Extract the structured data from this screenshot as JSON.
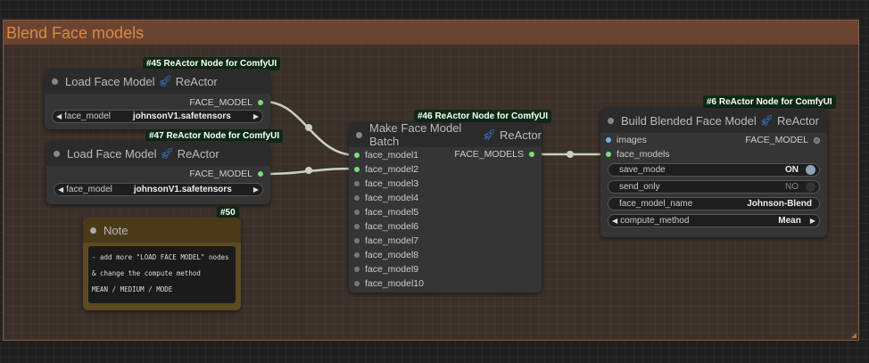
{
  "group": {
    "title": "Blend Face models"
  },
  "nodes": {
    "load1": {
      "badge": "#45 ReActor Node for ComfyUI",
      "title": "Load Face Model",
      "suffix": "ReActor",
      "output": "FACE_MODEL",
      "widget_label": "face_model",
      "widget_value": "johnsonV1.safetensors"
    },
    "load2": {
      "badge": "#47 ReActor Node for ComfyUI",
      "title": "Load Face Model",
      "suffix": "ReActor",
      "output": "FACE_MODEL",
      "widget_label": "face_model",
      "widget_value": "johnsonV1.safetensors"
    },
    "batch": {
      "badge": "#46 ReActor Node for ComfyUI",
      "title": "Make Face Model Batch",
      "suffix": "ReActor",
      "output": "FACE_MODELS",
      "inputs": [
        "face_model1",
        "face_model2",
        "face_model3",
        "face_model4",
        "face_model5",
        "face_model6",
        "face_model7",
        "face_model8",
        "face_model9",
        "face_model10"
      ]
    },
    "blend": {
      "badge": "#6 ReActor Node for ComfyUI",
      "title": "Build Blended Face Model",
      "suffix": "ReActor",
      "inputs": [
        "images",
        "face_models"
      ],
      "output": "FACE_MODEL",
      "save_mode": {
        "label": "save_mode",
        "value": "ON"
      },
      "send_only": {
        "label": "send_only",
        "value": "NO"
      },
      "face_model_name": {
        "label": "face_model_name",
        "value": "Johnson-Blend"
      },
      "compute_method": {
        "label": "compute_method",
        "value": "Mean"
      }
    },
    "note": {
      "badge": "#50",
      "title": "Note",
      "lines": [
        "- add more \"LOAD FACE MODEL\" nodes",
        "& change the compute method",
        "MEAN / MEDIUM / MODE"
      ]
    }
  },
  "colors": {
    "slot_active": "#7ddc7d",
    "slot_inactive": "#777777",
    "slot_image": "#6cb4f0",
    "wire": "#c8d2bc",
    "group_title": "#d98a45"
  },
  "icons": {
    "reactor": "rocket-icon",
    "widget_arrows": "triangle-arrow-icon"
  }
}
